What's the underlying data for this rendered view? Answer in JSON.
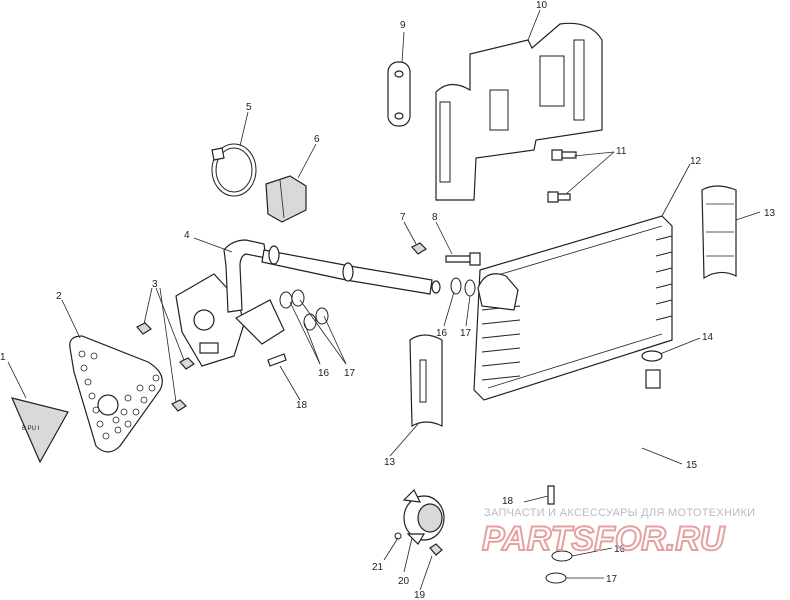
{
  "diagram": {
    "callouts": [
      "1",
      "2",
      "3",
      "4",
      "5",
      "6",
      "7",
      "8",
      "9",
      "10",
      "11",
      "12",
      "13",
      "14",
      "15",
      "16",
      "17",
      "18",
      "19",
      "20",
      "21"
    ],
    "callouts_repeat": {
      "c13b": "13",
      "c16b": "16",
      "c16c": "16",
      "c17b": "17",
      "c17c": "17",
      "c18b": "18"
    },
    "label_seal": "B PU I"
  },
  "watermark": {
    "tagline": "ЗАПЧАСТИ И АКСЕССУАРЫ ДЛЯ МОТОТЕХНИКИ",
    "logo": "PARTSFOR.RU"
  },
  "colors": {
    "line": "#222222",
    "fill": "#ffffff",
    "shade": "#d9d9d9",
    "watermark_logo": "#e6a0a0"
  }
}
